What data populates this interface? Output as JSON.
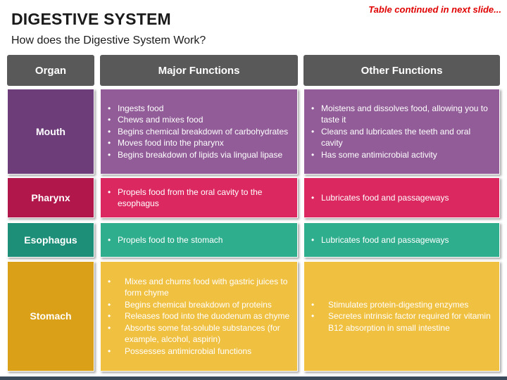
{
  "title": "DIGESTIVE SYSTEM",
  "subtitle": "How does the Digestive System Work?",
  "continued_note": "Table continued in next slide...",
  "headers": {
    "organ": "Organ",
    "major": "Major Functions",
    "other": "Other Functions"
  },
  "colors": {
    "mouth_dark": "#6d3d7a",
    "mouth_light": "#915c97",
    "pharynx_dark": "#b2174b",
    "pharynx_light": "#db2860",
    "esophagus_dark": "#1d8f79",
    "esophagus_light": "#2fae8e",
    "stomach_dark": "#d9a018",
    "stomach_light": "#f0c040",
    "header": "#595959"
  },
  "rows": {
    "mouth": {
      "organ": "Mouth",
      "major": [
        "Ingests food",
        "Chews and mixes food",
        "Begins chemical breakdown of carbohydrates",
        "Moves food into the pharynx",
        "Begins breakdown of lipids via lingual lipase"
      ],
      "other": [
        "Moistens and dissolves food, allowing you to taste it",
        "Cleans and lubricates the teeth and oral cavity",
        "Has some antimicrobial activity"
      ]
    },
    "pharynx": {
      "organ": "Pharynx",
      "major": [
        "Propels food from the oral cavity to the esophagus"
      ],
      "other": [
        "Lubricates food and passageways"
      ]
    },
    "esophagus": {
      "organ": "Esophagus",
      "major": [
        "Propels food to the stomach"
      ],
      "other": [
        "Lubricates food and passageways"
      ]
    },
    "stomach": {
      "organ": "Stomach",
      "major": [
        "Mixes and churns food with gastric juices to form chyme",
        "Begins chemical breakdown of proteins",
        "Releases food into the duodenum as chyme",
        "Absorbs some fat-soluble substances (for example, alcohol, aspirin)",
        "Possesses antimicrobial functions"
      ],
      "other": [
        "Stimulates protein-digesting enzymes",
        "Secretes intrinsic factor required for vitamin B12 absorption in small intestine"
      ]
    }
  }
}
